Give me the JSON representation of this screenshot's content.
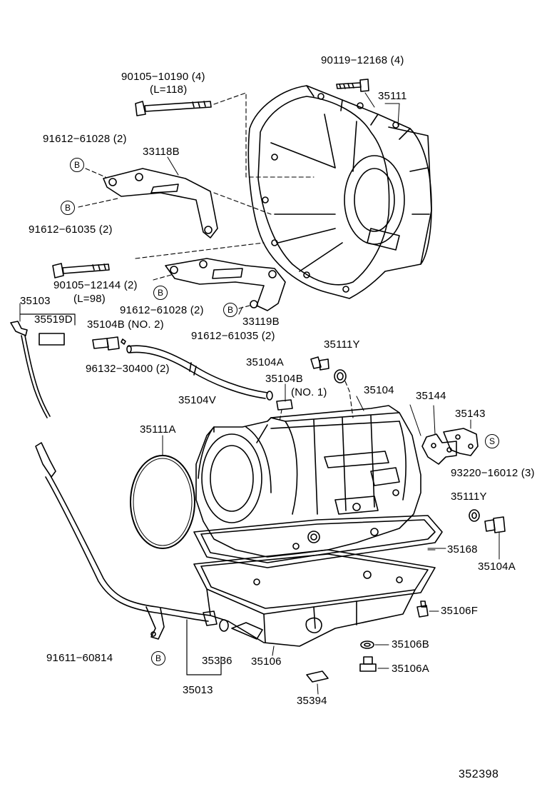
{
  "diagram_id": "352398",
  "labels": {
    "p90119": "90119−12168 (4)",
    "p35111": "35111",
    "p90105a": "90105−10190 (4)",
    "p90105a_len": "(L=118)",
    "p91612a": "91612−61028 (2)",
    "p33118B": "33118B",
    "p91612b": "91612−61035 (2)",
    "p90105b": "90105−12144 (2)",
    "p90105b_len": "(L=98)",
    "p35103": "35103",
    "p35519D": "35519D",
    "p35104B2": "35104B (NO. 2)",
    "p91612c": "91612−61028 (2)",
    "p33119B": "33119B",
    "p91612d": "91612−61035 (2)",
    "p35111Y_top": "35111Y",
    "p35104A_top": "35104A",
    "p96132": "96132−30400 (2)",
    "p35104B1": "35104B",
    "p35104B1_no": "(NO. 1)",
    "p35104": "35104",
    "p35104V": "35104V",
    "p35144": "35144",
    "p35143": "35143",
    "p35111A": "35111A",
    "p93220": "93220−16012 (3)",
    "p35111Y_r": "35111Y",
    "p35168": "35168",
    "p35104A_r": "35104A",
    "p35106F": "35106F",
    "p91611": "91611−60814",
    "p35336": "35336",
    "p35106": "35106",
    "p35106B": "35106B",
    "p35106A": "35106A",
    "p35013": "35013",
    "p35394": "35394"
  },
  "markers": {
    "b": "B",
    "s": "S"
  }
}
